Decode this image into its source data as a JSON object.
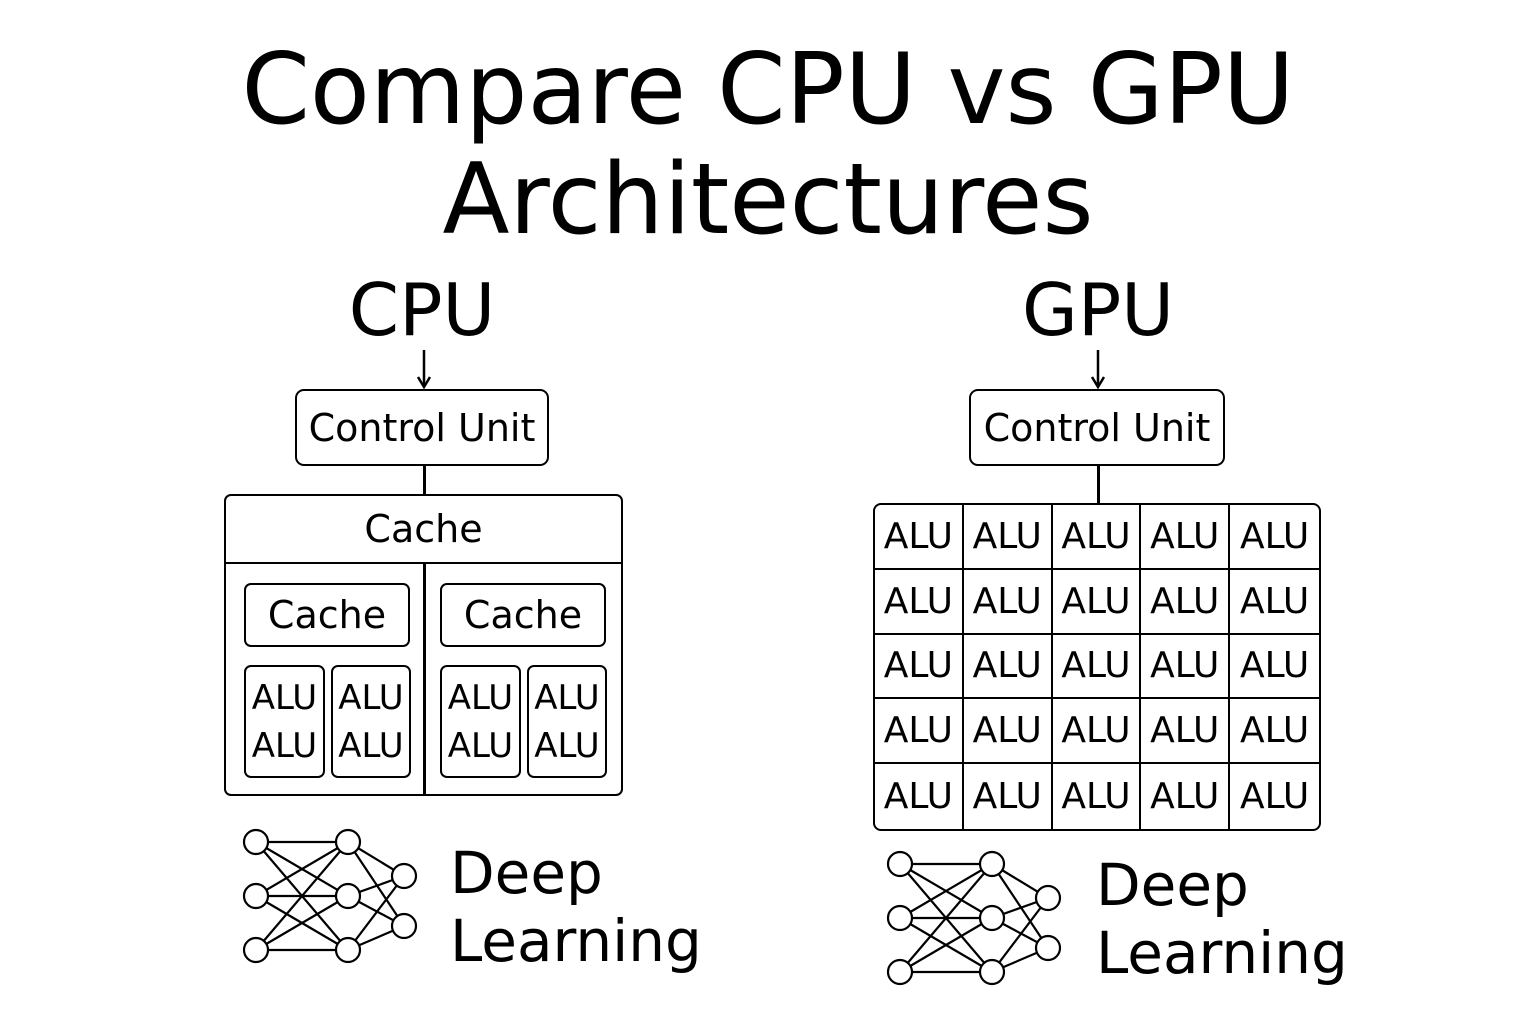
{
  "title": {
    "line1": "Compare CPU vs GPU",
    "line2": "Architectures"
  },
  "cpu": {
    "heading": "CPU",
    "control_unit": "Control Unit",
    "shared_cache": "Cache",
    "cores": [
      {
        "cache": "Cache",
        "alus": [
          [
            "ALU",
            "ALU"
          ],
          [
            "ALU",
            "ALU"
          ]
        ]
      },
      {
        "cache": "Cache",
        "alus": [
          [
            "ALU",
            "ALU"
          ],
          [
            "ALU",
            "ALU"
          ]
        ]
      }
    ],
    "footer": {
      "line1": "Deep",
      "line2": "Learning",
      "icon": "neural-network-icon"
    }
  },
  "gpu": {
    "heading": "GPU",
    "control_unit": "Control Unit",
    "alu_grid": [
      [
        "ALU",
        "ALU",
        "ALU",
        "ALU",
        "ALU"
      ],
      [
        "ALU",
        "ALU",
        "ALU",
        "ALU",
        "ALU"
      ],
      [
        "ALU",
        "ALU",
        "ALU",
        "ALU",
        "ALU"
      ],
      [
        "ALU",
        "ALU",
        "ALU",
        "ALU",
        "ALU"
      ],
      [
        "ALU",
        "ALU",
        "ALU",
        "ALU",
        "ALU"
      ]
    ],
    "footer": {
      "line1": "Deep",
      "line2": "Learning",
      "icon": "neural-network-icon"
    }
  }
}
